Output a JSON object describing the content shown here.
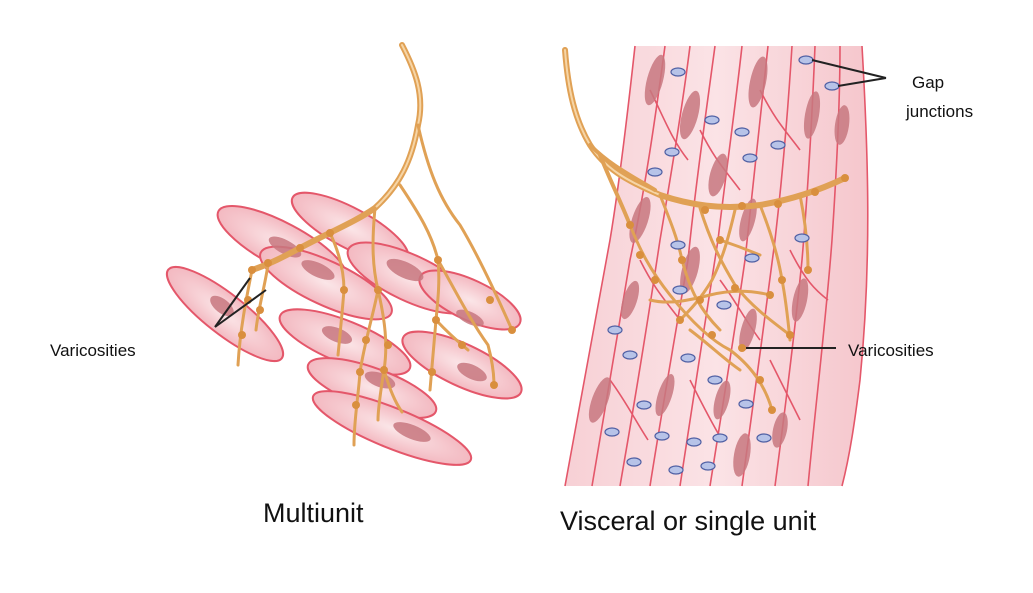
{
  "labels": {
    "left_varicosities": "Varicosities",
    "right_varicosities": "Varicosities",
    "gap_junctions_line1": "Gap",
    "gap_junctions_line2": "junctions",
    "caption_left": "Multiunit",
    "caption_right": "Visceral or single unit"
  },
  "colors": {
    "cell_fill": "#f6c9cf",
    "cell_outline": "#e4576a",
    "nucleus": "#c87880",
    "nerve": "#e0a155",
    "varicosity": "#d98f3e",
    "gap_junction": "#b7c3e8",
    "leader_line": "#222222"
  }
}
